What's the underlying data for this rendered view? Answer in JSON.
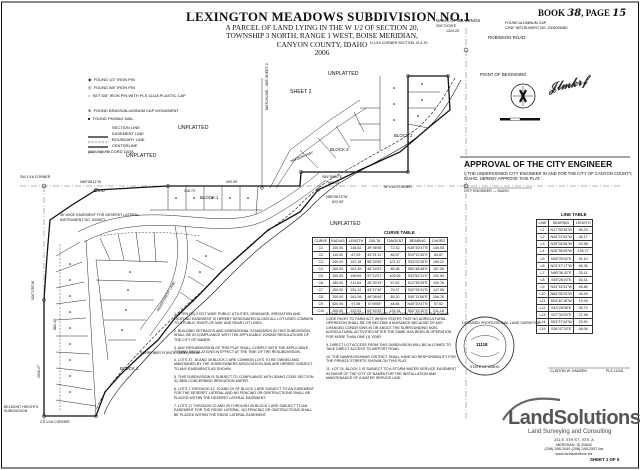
{
  "title": "LEXINGTON MEADOWS SUBDIVISION NO.1",
  "subtitle_lines": [
    "A PARCEL OF LAND LYING IN THE W 1/2 OF SECTION 20,",
    "TOWNSHIP 3 NORTH, RANGE 1 WEST, BOISE MERIDIAN,",
    "CANYON COUNTY, IDAHO",
    "2006"
  ],
  "book": {
    "book_label": "BOOK",
    "book_no": "38",
    "page_label": ", PAGE",
    "page_no": "15"
  },
  "top_right": {
    "basis": "BASIS OF BEARINGS",
    "basis_brg": "S00°24'28\"E",
    "basis_dist": "1324.20'",
    "road": "ROBINSON ROAD",
    "pob": "POINT OF BEGINNING",
    "corner_note": "N 1/16 CORNER SECTION 19 & 20",
    "found_cap": "FOUND ALUMINUM CAP",
    "instrument": "CP&F INSTRUMENT NO. 2005094980"
  },
  "approval": {
    "title": "APPROVAL OF THE CITY ENGINEER",
    "text": "I, THE UNDERSIGNED CITY ENGINEER IN AND FOR THE CITY OF CANYON COUNTY, IDAHO, HEREBY APPROVE THIS PLAT.",
    "sig_line": "CITY ENGINEER — IDAHO"
  },
  "labels": {
    "unplatted_1": "UNPLATTED",
    "unplatted_2": "UNPLATTED",
    "unplatted_3": "UNPLATTED",
    "unplatted_4": "UNPLATTED",
    "sheet2": "SHEET 2",
    "block2": "BLOCK 2",
    "block1": "BLOCK 1",
    "block1b": "BLOCK 1",
    "block3": "BLOCK 3",
    "sw_corner": "SW 1/16 CORNER",
    "sw_corner2": "W 1/16 CORNER",
    "cs_corner": "CS 1/16 CORNER",
    "schreiber": "SCHREIBER POINTE SUBDIVISION",
    "belmont": "BELMONT HEIGHTS SUBDIVISION",
    "ridgecrest": "RIDGECREST LANE",
    "harbor": "HARBOR WAY",
    "matchline": "MATCHLINE - SEE SHEET 2",
    "central_brg": "S89°58'02\"E",
    "central_dist": "983.53'",
    "dist_2": "400.59'",
    "dist_3": "878.62'",
    "dist_4": "316.72'",
    "dist_5": "622.99'",
    "dist_6": "882.40'",
    "dist_7": "2636.27'",
    "brg_2": "S00°1'55\"W",
    "brg_3": "N89°58'11\"W",
    "brg_4": "N89°58'10\"W",
    "easement_note": "40' WIDE EASEMENT FOR DESERET LATERAL",
    "easement_note2": "INSTRUMENT NO. 9428571"
  },
  "legend": [
    {
      "symbol": "◉",
      "text": "FOUND 1/2\" IRON PIN"
    },
    {
      "symbol": "◎",
      "text": "FOUND 5/8\" IRON PIN"
    },
    {
      "symbol": "○",
      "text": "SET 5/8\" IRON PIN WITH PLS 11118 PLASTIC CAP"
    },
    {
      "symbol": "⊕",
      "text": "FOUND BRASS/ALUMINUM CAP MONUMENT"
    },
    {
      "symbol": "■",
      "text": "FOUND PK/MAG NAIL"
    },
    {
      "symbol": "",
      "text": "SECTION LINE"
    },
    {
      "symbol": "",
      "text": "EASEMENT LINE"
    },
    {
      "symbol": "",
      "text": "BOUNDARY LINE"
    },
    {
      "symbol": "",
      "text": "CENTERLINE"
    },
    {
      "symbol": "(100.00)",
      "text": "RECORD DATA"
    }
  ],
  "curve_table": {
    "title": "CURVE TABLE",
    "headers": [
      "CURVE",
      "RADIUS",
      "LENGTH",
      "DELTA",
      "TANGENT",
      "BEARING",
      "CHORD"
    ],
    "rows": [
      [
        "C1",
        "200.00",
        "138.82",
        "39°46'08\"",
        "72.32",
        "N35°30'47\"E",
        "136.05"
      ],
      [
        "C2",
        "110.00",
        "87.09",
        "45°21'11\"",
        "46.57",
        "S29°12'40\"E",
        "84.87"
      ],
      [
        "C3",
        "200.00",
        "197.18",
        "56°29'30\"",
        "107.47",
        "S34°00'39\"E",
        "189.22"
      ],
      [
        "C4",
        "200.00",
        "161.39",
        "46°14'01\"",
        "85.38",
        "S60°48'48\"E",
        "157.05"
      ],
      [
        "C5",
        "200.00",
        "199.69",
        "57°12'27\"",
        "109.06",
        "S43°52'31\"E",
        "191.50"
      ],
      [
        "C6",
        "180.00",
        "111.54",
        "35°30'19\"",
        "57.62",
        "S12°35'29\"E",
        "109.76"
      ],
      [
        "C7",
        "200.00",
        "151.12",
        "43°17'40\"",
        "79.37",
        "S32°26'31\"E",
        "147.55"
      ],
      [
        "C8",
        "200.00",
        "161.08",
        "46°08'44\"",
        "85.20",
        "S40°11'56\"E",
        "156.76"
      ],
      [
        "C9",
        "820.00",
        "97.58",
        "6°49'05\"",
        "48.84",
        "N40°20'47\"E",
        "97.52"
      ],
      [
        "C10",
        "200.00",
        "222.51",
        "63°44'33\"",
        "124.34",
        "S52°13'10\"E",
        "211.18"
      ]
    ]
  },
  "line_table": {
    "title": "LINE TABLE",
    "headers": [
      "LINE",
      "BEARING",
      "LENGTH"
    ],
    "rows": [
      [
        "L1",
        "N17°39'35\"W",
        "55.23"
      ],
      [
        "L2",
        "N44°21'53\"W",
        "36.17"
      ],
      [
        "L3",
        "N39°28'48\"W",
        "24.98"
      ],
      [
        "L4",
        "N26°36'05\"W",
        "105.77"
      ],
      [
        "L5",
        "N05°25'02\"E",
        "91.10"
      ],
      [
        "L6",
        "N23°47'17\"W",
        "46.36"
      ],
      [
        "L7",
        "N89°36'42\"E",
        "33.11"
      ],
      [
        "L8",
        "S45°28'20\"E",
        "63.31"
      ],
      [
        "L9",
        "N34°16'31\"W",
        "45.85"
      ],
      [
        "L10",
        "N84°35'25\"W",
        "34.49"
      ],
      [
        "L11",
        "S04°40'18\"W",
        "19.28"
      ],
      [
        "L12",
        "S43°28'08\"E",
        "35.73"
      ],
      [
        "L13",
        "S27°34'20\"E",
        "27.48"
      ],
      [
        "L14",
        "S03°37'44\"W",
        "23.90"
      ],
      [
        "L15",
        "S36°47'33\"E",
        "46.06"
      ]
    ]
  },
  "notes_left": [
    "1. A TEN (10) FOOT WIDE PUBLIC UTILITIES, DRAINAGE, IRRIGATION AND LIGHTING EASEMENT IS HEREBY DESIGNATED ALONG ALL LOT LINES COMMON TO A PUBLIC RIGHT-OF-WAY AND REAR LOT LINES.",
    "2. BUILDING SETBACKS AND DIMENSIONAL STANDARDS IN THIS SUBDIVISION SHALL BE IN COMPLIANCE WITH THE APPLICABLE ZONING REGULATIONS OF THE CITY OF NAMPA.",
    "3. ANY RESUBDIVISION OF THIS PLAT SHALL COMPLY WITH THE APPLICABLE ZONING REGULATIONS IN EFFECT AT THE TIME OF THE RESUBDIVISION.",
    "4. LOTS 37, 38 AND 39 BLOCK 1 ARE COMMON LOTS TO BE OWNED AND MAINTAINED BY THE HOMEOWNERS ASSOCIATION AND ARE HEREBY SUBJECT TO ANY EASEMENTS AS SHOWN.",
    "5. THIS SUBDIVISION IS SUBJECT TO COMPLIANCE WITH IDAHO CODE SECTION 31-3805 CONCERNING IRRIGATION WATER.",
    "6. LOTS 1 THROUGH 12, 20 AND 29 OF BLOCK 1 ARE SUBJECT TO AN EASEMENT FOR THE DESERET LATERAL AND NO FENCING OR OBSTRUCTIONS SHALL BE PLACED WITHIN THE DESERET LATERAL EASEMENT.",
    "7. LOTS 17 THROUGH 22 AND 29 THROUGH 26 BLOCK 1 ARE SUBJECT TO AN EASEMENT FOR THE RIDGE LATERAL. NO FENCING OR OBSTRUCTIONS SHALL BE PLACED WITHIN THE RIDGE LATERAL EASEMENT."
  ],
  "notes_right": [
    "8. THIS DEVELOPMENT RECOGNIZES SECTION 22-4503 OF THE IDAHO CODE RIGHT TO FARM ACT, WHICH STATES THAT NO AGRICULTURAL OPERATION SHALL BE OR BECOME A NUISANCE BECAUSE OF ANY CHANGED CONDITIONS IN OR ABOUT THE SURROUNDING NON-AGRICULTURAL ACTIVITIES AFTER THE SAME HAS BEEN IN OPERATION FOR MORE THAN ONE (1) YEAR.",
    "9. DIRECT LOT ACCESS FROM THIS SUBDIVISION WILL BE ALLOWED TO TAKE DIRECT ACCESS TO AIRPORT ROAD.",
    "10. THE NAMPA HIGHWAY DISTRICT SHALL HAVE NO RESPONSIBILITY FOR THE PRIVATE STREETS SHOWN ON THIS PLAT.",
    "11. LOT 24, BLOCK 1 IS SUBJECT TO A STORM WATER SERVICE EASEMENT IN FAVOR OF THE CITY OF NAMPA FOR THE INSTALLATION AND MAINTENANCE OF A WATER SERVICE LINE."
  ],
  "logo": {
    "name": "LandSolutions",
    "tagline": "Land Surveying and Consulting",
    "address_lines": [
      "231 E. 5TH ST., STE. A",
      "MERIDIAN, ID 83642",
      "(208) 288-2040  (208) 288-2557 fax",
      "www.landsolutions.biz"
    ]
  },
  "seal": {
    "text": "LICENSED PROFESSIONAL LAND SURVEYOR",
    "number": "11118",
    "state": "STATE OF IDAHO"
  },
  "surveyor": "CLINTON W. HANSEN",
  "pls": "PLS 11118",
  "sheet": "SHEET 1 OF 5",
  "signature": "signature"
}
